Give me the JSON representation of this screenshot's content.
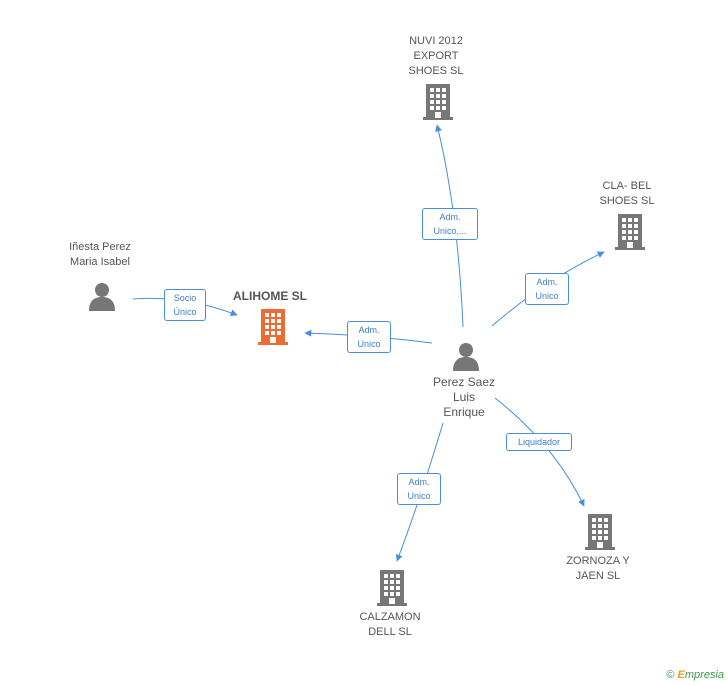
{
  "colors": {
    "edge": "#4a8fd9",
    "node": "#777777",
    "main_node": "#f06a33"
  },
  "nodes": {
    "alihome": {
      "label": "ALIHOME SL",
      "icon": "building-icon"
    },
    "inesta": {
      "label_line1": "Iñesta Perez",
      "label_line2": "Maria Isabel",
      "icon": "person-icon"
    },
    "perez_saez": {
      "label_line1": "Perez Saez",
      "label_line2": "Luis",
      "label_line3": "Enrique",
      "icon": "person-icon"
    },
    "nuvi": {
      "label_line1": "NUVI 2012",
      "label_line2": "EXPORT",
      "label_line3": "SHOES SL",
      "icon": "building-icon"
    },
    "clabel": {
      "label_line1": "CLA- BEL",
      "label_line2": "SHOES SL",
      "icon": "building-icon"
    },
    "zornoza": {
      "label_line1": "ZORNOZA Y",
      "label_line2": "JAEN SL",
      "icon": "building-icon"
    },
    "calzamon": {
      "label_line1": "CALZAMON",
      "label_line2": "DELL SL",
      "icon": "building-icon"
    }
  },
  "edges": {
    "socio": {
      "line1": "Socio",
      "line2": "Único"
    },
    "adm_alihome": {
      "line1": "Adm.",
      "line2": "Unico"
    },
    "adm_nuvi": {
      "line1": "Adm.",
      "line2": "Unico,..."
    },
    "adm_clabel": {
      "line1": "Adm.",
      "line2": "Unico"
    },
    "liquidador": {
      "line1": "Liquidador"
    },
    "adm_calzamon": {
      "line1": "Adm.",
      "line2": "Unico"
    }
  },
  "watermark": {
    "copyright": "©",
    "brand_initial": "E",
    "brand_rest": "mpresia"
  }
}
